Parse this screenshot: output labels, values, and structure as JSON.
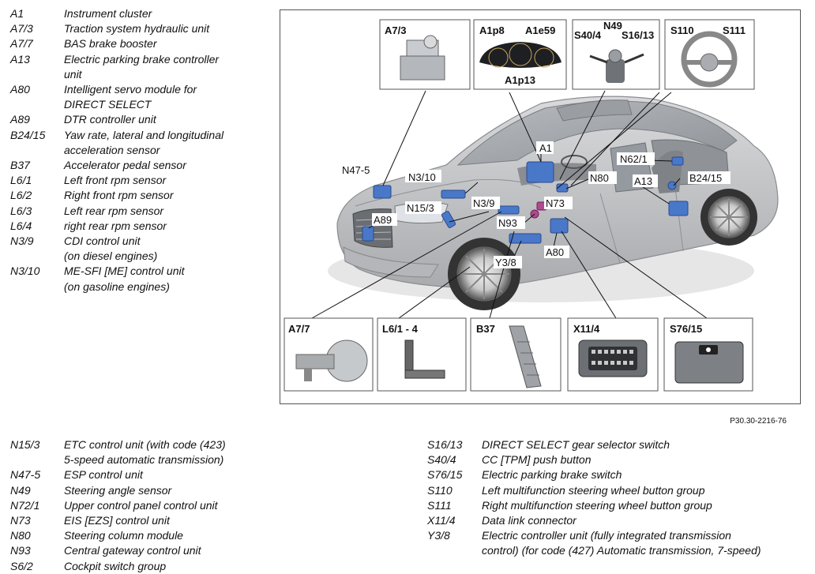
{
  "legend_left": [
    {
      "code": "A1",
      "desc": [
        "Instrument cluster"
      ]
    },
    {
      "code": "A7/3",
      "desc": [
        "Traction system hydraulic unit"
      ]
    },
    {
      "code": "A7/7",
      "desc": [
        "BAS brake booster"
      ]
    },
    {
      "code": "A13",
      "desc": [
        "Electric parking brake controller",
        "unit"
      ]
    },
    {
      "code": "A80",
      "desc": [
        "Intelligent servo module for",
        "DIRECT SELECT"
      ]
    },
    {
      "code": "A89",
      "desc": [
        "DTR controller unit"
      ]
    },
    {
      "code": "B24/15",
      "desc": [
        "Yaw rate, lateral and longitudinal",
        "acceleration sensor"
      ]
    },
    {
      "code": "B37",
      "desc": [
        "Accelerator pedal sensor"
      ]
    },
    {
      "code": "L6/1",
      "desc": [
        "Left front rpm sensor"
      ]
    },
    {
      "code": "L6/2",
      "desc": [
        "Right front rpm sensor"
      ]
    },
    {
      "code": "L6/3",
      "desc": [
        "Left rear rpm sensor"
      ]
    },
    {
      "code": "L6/4",
      "desc": [
        "right rear rpm sensor"
      ]
    },
    {
      "code": "N3/9",
      "desc": [
        "CDI control unit",
        "(on diesel engines)"
      ]
    },
    {
      "code": "N3/10",
      "desc": [
        "ME-SFI [ME] control unit",
        "(on gasoline engines)"
      ]
    }
  ],
  "legend_bottom_left": [
    {
      "code": "N15/3",
      "desc": [
        "ETC control unit (with code (423)",
        "5-speed automatic transmission)"
      ]
    },
    {
      "code": "N47-5",
      "desc": [
        "ESP control unit"
      ]
    },
    {
      "code": "N49",
      "desc": [
        "Steering angle sensor"
      ]
    },
    {
      "code": "N72/1",
      "desc": [
        "Upper control panel control unit"
      ]
    },
    {
      "code": "N73",
      "desc": [
        "EIS [EZS] control unit"
      ]
    },
    {
      "code": "N80",
      "desc": [
        "Steering column module"
      ]
    },
    {
      "code": "N93",
      "desc": [
        "Central gateway control unit"
      ]
    },
    {
      "code": "S6/2",
      "desc": [
        "Cockpit switch group"
      ]
    }
  ],
  "legend_bottom_right": [
    {
      "code": "S16/13",
      "desc": [
        "DIRECT SELECT gear selector switch"
      ]
    },
    {
      "code": "S40/4",
      "desc": [
        "CC [TPM] push button"
      ]
    },
    {
      "code": "S76/15",
      "desc": [
        "Electric parking brake switch"
      ]
    },
    {
      "code": "S110",
      "desc": [
        "Left multifunction steering wheel button group"
      ]
    },
    {
      "code": "S111",
      "desc": [
        "Right multifunction steering wheel button group"
      ]
    },
    {
      "code": "X11/4",
      "desc": [
        "Data link connector"
      ]
    },
    {
      "code": "Y3/8",
      "desc": [
        "Electric controller unit (fully integrated transmission",
        "control) (for code (427) Automatic transmission, 7-speed)"
      ]
    }
  ],
  "diagram": {
    "reference_code": "P30.30-2216-76",
    "top_panels": {
      "a73": [
        "A7/3"
      ],
      "cluster": [
        "A1p8",
        "A1e59",
        "A1p13"
      ],
      "steering_column": [
        "N49",
        "S40/4",
        "S16/13"
      ],
      "steering_wheel": [
        "S110",
        "S111"
      ]
    },
    "bottom_panels": {
      "a77": "A7/7",
      "rpm": "L6/1 - 4",
      "pedal": "B37",
      "connector": "X11/4",
      "switch": "S76/15"
    },
    "callouts": {
      "a1": "A1",
      "n62_1": "N62/1",
      "n47_5": "N47-5",
      "n3_10": "N3/10",
      "n80": "N80",
      "a13": "A13",
      "b24_15": "B24/15",
      "n3_9": "N3/9",
      "n73": "N73",
      "n15_3": "N15/3",
      "n93": "N93",
      "a89": "A89",
      "y3_8": "Y3/8",
      "a80": "A80"
    },
    "colors": {
      "module_blue": "#4a78c8",
      "car_body": "#c4c6c9",
      "frame": "#555555"
    }
  }
}
